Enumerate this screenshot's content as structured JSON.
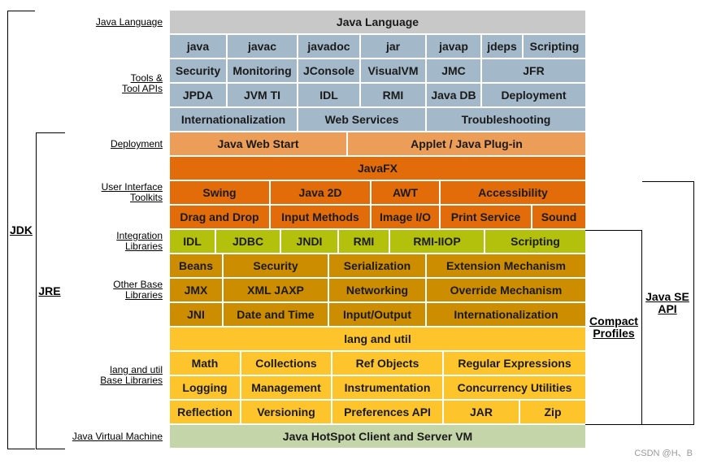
{
  "labels": {
    "java_language": "Java Language",
    "tools_line1": "Tools &",
    "tools_line2": "Tool APIs",
    "deployment": "Deployment",
    "ui_line1": "User Interface",
    "ui_line2": "Toolkits",
    "integration_line1": "Integration",
    "integration_line2": "Libraries",
    "other_line1": "Other Base",
    "other_line2": "Libraries",
    "lang_line1": "lang and util",
    "lang_line2": "Base Libraries",
    "jvm": "Java Virtual Machine"
  },
  "brackets": {
    "jdk": "JDK",
    "jre": "JRE",
    "compact_line1": "Compact",
    "compact_line2": "Profiles",
    "javase_line1": "Java SE",
    "javase_line2": "API"
  },
  "colors": {
    "language": "#c8c8c8",
    "tools": "#a3b8c8",
    "deployment": "#ec9d57",
    "ui": "#e36c0a",
    "integration": "#b4c10c",
    "other": "#cd8d00",
    "lang": "#fdc52b",
    "jvm": "#c4d5a9"
  },
  "rows": {
    "language": [
      "Java Language"
    ],
    "tools1": [
      "java",
      "javac",
      "javadoc",
      "jar",
      "javap",
      "jdeps",
      "Scripting"
    ],
    "tools2": [
      "Security",
      "Monitoring",
      "JConsole",
      "VisualVM",
      "JMC",
      "JFR"
    ],
    "tools3": [
      "JPDA",
      "JVM TI",
      "IDL",
      "RMI",
      "Java DB",
      "Deployment"
    ],
    "tools4": [
      "Internationalization",
      "Web Services",
      "Troubleshooting"
    ],
    "deploy": [
      "Java Web Start",
      "Applet / Java Plug-in"
    ],
    "javafx": [
      "JavaFX"
    ],
    "ui1": [
      "Swing",
      "Java 2D",
      "AWT",
      "Accessibility"
    ],
    "ui2": [
      "Drag and Drop",
      "Input Methods",
      "Image I/O",
      "Print Service",
      "Sound"
    ],
    "integ": [
      "IDL",
      "JDBC",
      "JNDI",
      "RMI",
      "RMI-IIOP",
      "Scripting"
    ],
    "other1": [
      "Beans",
      "Security",
      "Serialization",
      "Extension Mechanism"
    ],
    "other2": [
      "JMX",
      "XML JAXP",
      "Networking",
      "Override Mechanism"
    ],
    "other3": [
      "JNI",
      "Date and Time",
      "Input/Output",
      "Internationalization"
    ],
    "lang0": [
      "lang and util"
    ],
    "lang1": [
      "Math",
      "Collections",
      "Ref Objects",
      "Regular Expressions"
    ],
    "lang2": [
      "Logging",
      "Management",
      "Instrumentation",
      "Concurrency Utilities"
    ],
    "lang3": [
      "Reflection",
      "Versioning",
      "Preferences API",
      "JAR",
      "Zip"
    ],
    "jvm": [
      "Java HotSpot Client and Server VM"
    ]
  },
  "watermark": "CSDN @H、B"
}
